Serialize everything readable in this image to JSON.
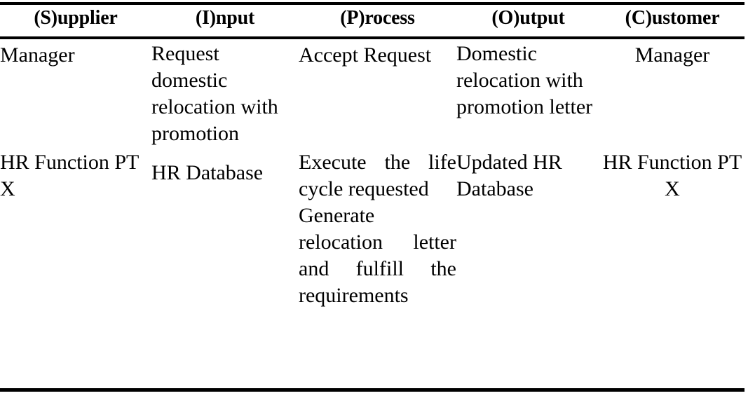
{
  "table": {
    "headers": [
      {
        "label": "(S)upplier",
        "key": "supplier"
      },
      {
        "label": "(I)nput",
        "key": "input"
      },
      {
        "label": "(P)rocess",
        "key": "process"
      },
      {
        "label": "(O)utput",
        "key": "output"
      },
      {
        "label": "(C)ustomer",
        "key": "customer"
      }
    ],
    "rows": [
      {
        "supplier": "Manager",
        "input": "Request domestic relocation with promotion",
        "process": "Accept Request",
        "output": "Domestic relocation with promotion letter",
        "customer": "Manager"
      },
      {
        "supplier": "HR Function PT X",
        "input": "HR Database",
        "process_1": "Execute the life cycle requested",
        "process_2": "Generate relocation letter and fulfill the requirements",
        "output": "Updated HR Database",
        "customer": "HR Function PT X"
      }
    ]
  },
  "style": {
    "rule_color": "#000000",
    "text_color": "#000000",
    "background": "#ffffff"
  }
}
